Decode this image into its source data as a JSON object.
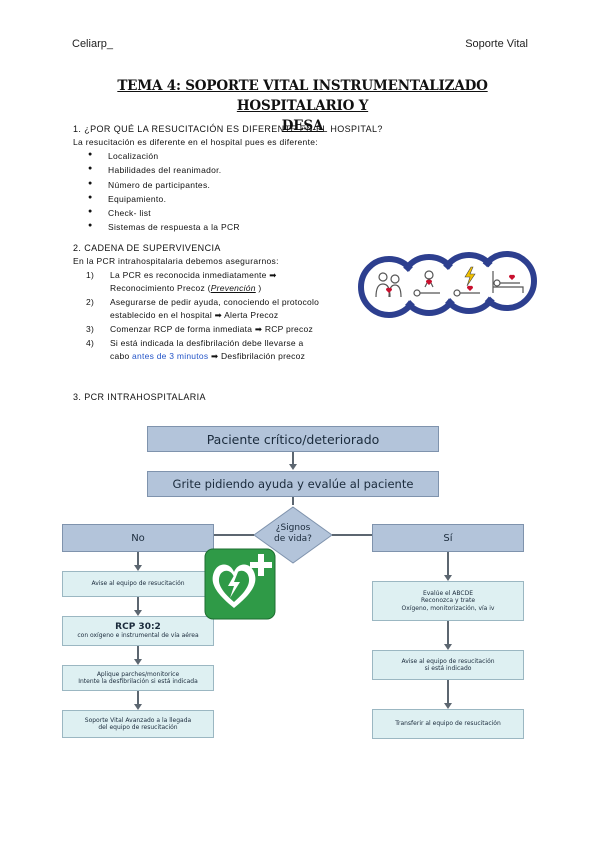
{
  "header": {
    "left": "Celiarp_",
    "right": "Soporte Vital"
  },
  "title_line1": "TEMA 4: SOPORTE VITAL INSTRUMENTALIZADO HOSPITALARIO Y",
  "title_line2": "DESA",
  "section1": {
    "heading": "1. ¿POR QUÉ LA RESUCITACIÓN ES DIFERENTE EN EL HOSPITAL?",
    "intro": "La resucitación es diferente en el hospital pues es diferente:",
    "bullets": [
      "Localización",
      "Habilidades del reanimador.",
      "Número de participantes.",
      "Equipamiento.",
      "Check- list",
      "Sistemas de respuesta a la PCR"
    ]
  },
  "section2": {
    "heading": "2. CADENA DE SUPERVIVENCIA",
    "intro": "En la PCR intrahospitalaria debemos asegurarnos:",
    "steps": [
      {
        "n": "1)",
        "a": "La PCR es reconocida inmediatamente ➡",
        "b": "Reconocimiento Precoz (",
        "c": "Prevención",
        "d": " )"
      },
      {
        "n": "2)",
        "a": "Asegurarse de pedir ayuda, conociendo el protocolo",
        "b": "establecido en el hospital ➡ Alerta Precoz"
      },
      {
        "n": "3)",
        "a": "Comenzar RCP de forma inmediata ➡ RCP precoz"
      },
      {
        "n": "4)",
        "a": "Si está indicada la desfibrilación debe llevarse a",
        "b1": "cabo ",
        "blue": "antes de 3 minutos",
        "b2": " ➡ Desfibrilación precoz"
      }
    ]
  },
  "section3": {
    "heading": "3. PCR INTRAHOSPITALARIA"
  },
  "flow": {
    "top": "Paciente crítico/deteriorado",
    "second": "Grite pidiendo ayuda y evalúe al paciente",
    "decision_l1": "¿Signos",
    "decision_l2": "de vida?",
    "no": "No",
    "si": "Sí",
    "left": {
      "b1": "Avise al equipo de resucitación",
      "b2_title": "RCP 30:2",
      "b2_sub": "con oxígeno e instrumental de vía aérea",
      "b3_l1": "Aplique parches/monitorice",
      "b3_l2": "Intente la desfibrilación si está indicada",
      "b4_l1": "Soporte Vital Avanzado a la llegada",
      "b4_l2": "del equipo de resucitación"
    },
    "right": {
      "b1_l1": "Evalúe el ABCDE",
      "b1_l2": "Reconozca y trate",
      "b1_l3": "Oxígeno, monitorización, vía iv",
      "b2_l1": "Avise al equipo de resucitación",
      "b2_l2": "si está indicado",
      "b3": "Transferir al equipo de resucitación"
    }
  },
  "colors": {
    "flow_main": "#b3c4da",
    "flow_light": "#def0f2",
    "aed_green": "#2f9a47",
    "chain_blue": "#2d3f8f"
  }
}
